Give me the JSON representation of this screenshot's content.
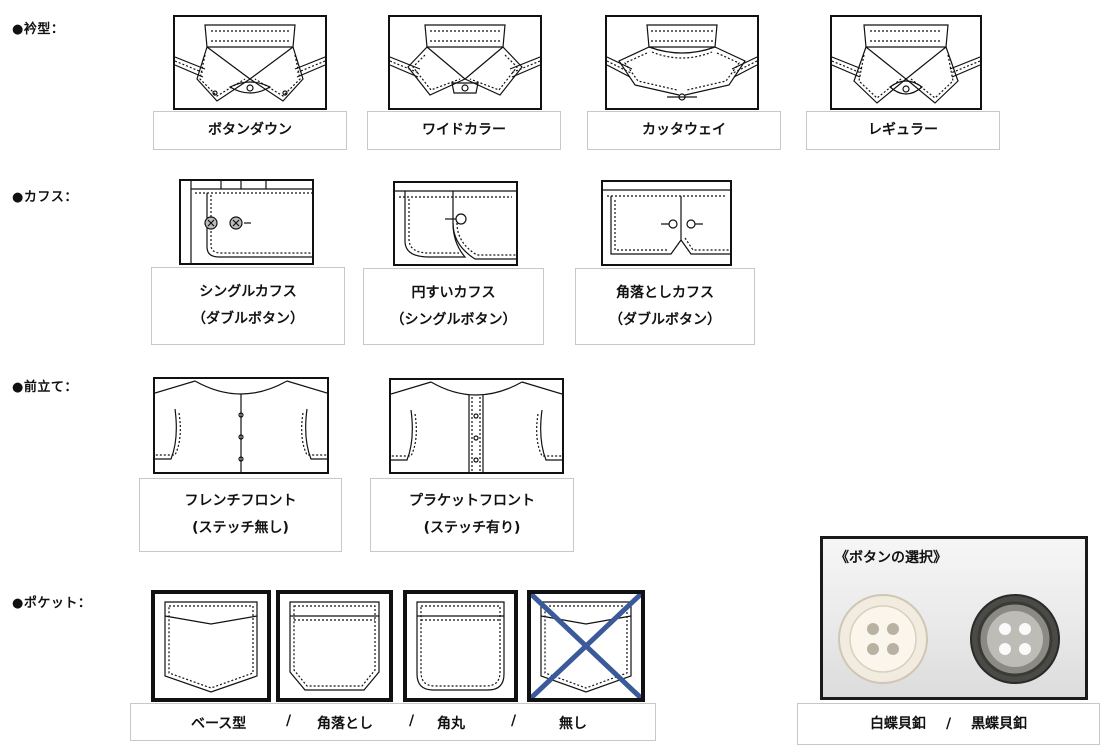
{
  "sections": {
    "collar": "●衿型：",
    "cuffs": "●カフス：",
    "placket": "●前立て：",
    "pocket": "●ポケット："
  },
  "collars": [
    {
      "label": "ボタンダウン"
    },
    {
      "label": "ワイドカラー"
    },
    {
      "label": "カッタウェイ"
    },
    {
      "label": "レギュラー"
    }
  ],
  "cuffs": [
    {
      "line1": "シングルカフス",
      "line2": "（ダブルボタン）"
    },
    {
      "line1": "円すいカフス",
      "line2": "（シングルボタン）"
    },
    {
      "line1": "角落としカフス",
      "line2": "（ダブルボタン）"
    }
  ],
  "plackets": [
    {
      "line1": "フレンチフロント",
      "line2": "(ステッチ無し)"
    },
    {
      "line1": "プラケットフロント",
      "line2": "(ステッチ有り)"
    }
  ],
  "pockets": {
    "labels": [
      "ベース型",
      "角落とし",
      "角丸",
      "無し"
    ],
    "separator": "/",
    "crossed_out": "無し",
    "cross_color": "#3a5a9a"
  },
  "buttons": {
    "title": "《ボタンの選択》",
    "caption_white": "白蝶貝釦",
    "separator": "/",
    "caption_black": "黒蝶貝釦"
  }
}
